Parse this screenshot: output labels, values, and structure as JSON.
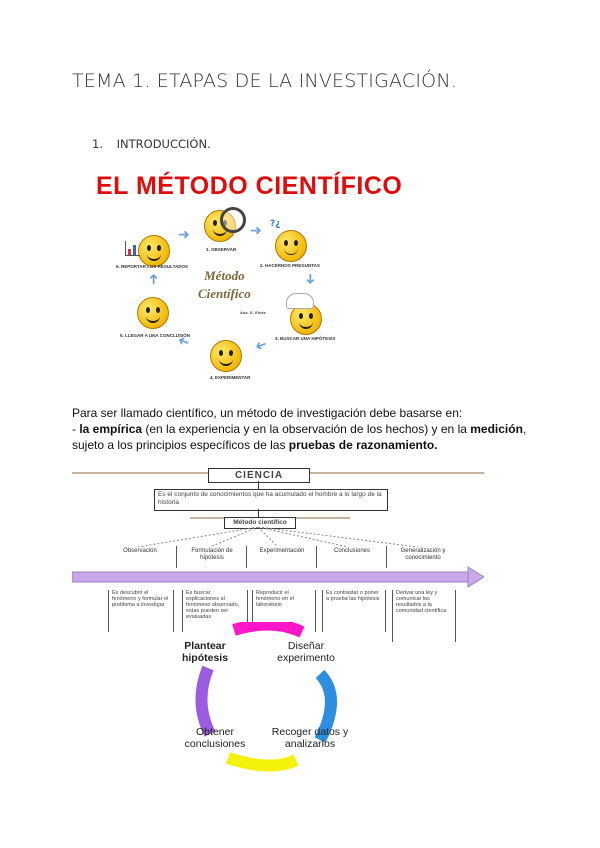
{
  "doc": {
    "title": "TEMA 1. ETAPAS DE LA INVESTIGACIÓN.",
    "section_number": "1.",
    "section_title": "INTRODUCCIÓN."
  },
  "method_figure": {
    "banner": "EL MÉTODO CIENTÍFICO",
    "center_line1": "Método",
    "center_line2": "Científico",
    "center_author": "Ana. E. Rivas",
    "steps": [
      "1. OBSERVAR",
      "2. HACERNOS PREGUNTAS",
      "3. BUSCAR UNA HIPÓTESIS",
      "4. EXPERIMENTAR",
      "5. LLEGAR A UNA CONCLUSIÓN",
      "6. REPORTAR LOS RESULTADOS"
    ]
  },
  "paragraph": {
    "line1": "Para ser llamado científico, un método de investigación debe basarse en:",
    "dash": "- ",
    "bold1": "la empírica",
    "mid1": " (en la experiencia y en la observación de los hechos) y en la ",
    "bold2": "medición",
    "mid2": ", sujeto a los principios específicos de las ",
    "bold3": "pruebas de razonamiento."
  },
  "science_figure": {
    "header": "CIENCIA",
    "definition": "Es el conjunto de conocimientos que ha acumulado el hombre a lo largo de la historia",
    "method_label": "Método científico",
    "columns": [
      "Observación",
      "Formulación de hipótesis",
      "Experimentación",
      "Conclusiones",
      "Generalización y conocimiento"
    ],
    "descriptions": [
      "Es descubrir el fenómeno y formular el problema a investigar",
      "Es buscar explicaciones al fenómeno observado, estas pueden ser evaluadas",
      "Reproducir el fenómeno en el laboratorio",
      "Es contrastar o poner a prueba las hipótesis",
      "Derivar una ley y comunicar los resultados a la comunidad científica"
    ],
    "cycle": [
      "Plantear hipótesis",
      "Diseñar experimento",
      "Recoger datos y analizarlos",
      "Obtener conclusiones"
    ],
    "colors": {
      "magenta": "#ff16c8",
      "blue": "#2e8ee0",
      "yellow": "#f4f20a",
      "purple": "#9c5ce0",
      "timeline": "#c9a8e8"
    }
  }
}
